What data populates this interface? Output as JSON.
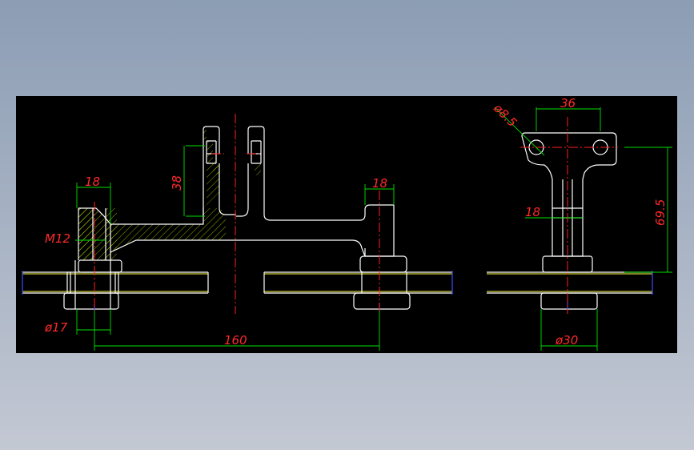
{
  "drawing": {
    "background": "#000000",
    "outline_color": "#ffffff",
    "dimension_line_color": "#00e000",
    "dimension_text_color": "#ff2a2a",
    "centerline_color": "#ff2020"
  },
  "dims": {
    "front_top_left": "18",
    "front_top_right": "18",
    "front_height": "38",
    "front_thread": "M12",
    "front_bore": "ø17",
    "front_span": "160",
    "side_hole": "ø8.5",
    "side_width": "36",
    "side_neck": "18",
    "side_height": "69.5",
    "side_base": "ø30"
  }
}
